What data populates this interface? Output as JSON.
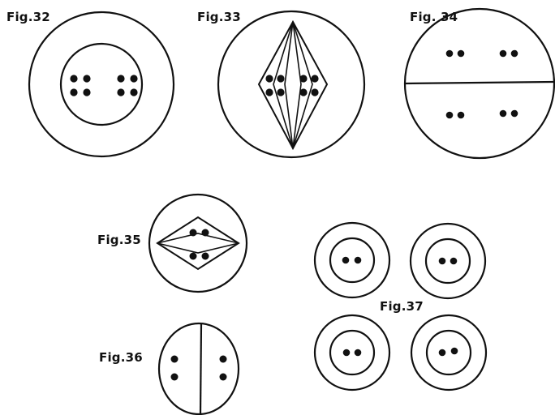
{
  "figures": {
    "fig32": {
      "label": "Fig.32",
      "chromosome_pairs": 4
    },
    "fig33": {
      "label": "Fig.33",
      "chromosome_pairs": 4
    },
    "fig34": {
      "label": "Fig. 34",
      "chromosome_pairs": 4
    },
    "fig35": {
      "label": "Fig.35",
      "chromosome_pairs": 2
    },
    "fig36": {
      "label": "Fig.36",
      "chromosome_pairs": 2
    },
    "fig37": {
      "label": "Fig.37",
      "cells": 4,
      "chromosomes_per_cell": 2
    }
  },
  "colors": {
    "ink": "#111111",
    "paper": "#ffffff"
  }
}
